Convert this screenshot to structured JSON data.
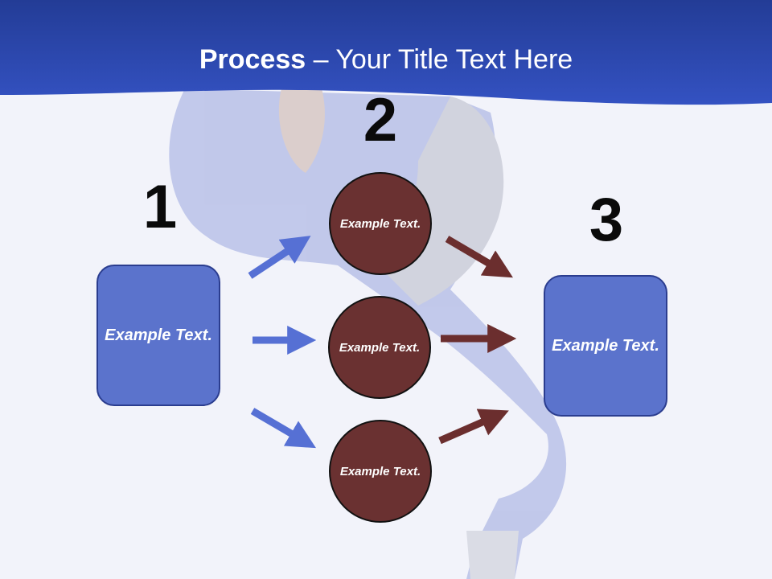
{
  "title": {
    "bold": "Process",
    "rest": " – Your Title Text Here"
  },
  "steps": {
    "one": "1",
    "two": "2",
    "three": "3"
  },
  "left_box": {
    "text": "Example Text."
  },
  "right_box": {
    "text": "Example Text."
  },
  "circles": [
    {
      "text": "Example Text."
    },
    {
      "text": "Example Text."
    },
    {
      "text": "Example Text."
    }
  ],
  "colors": {
    "header": "#2b46b8",
    "box": "#5b73cc",
    "circle": "#6a3131",
    "blue_arrow": "#5670d4",
    "brown_arrow": "#6b2e2e"
  }
}
